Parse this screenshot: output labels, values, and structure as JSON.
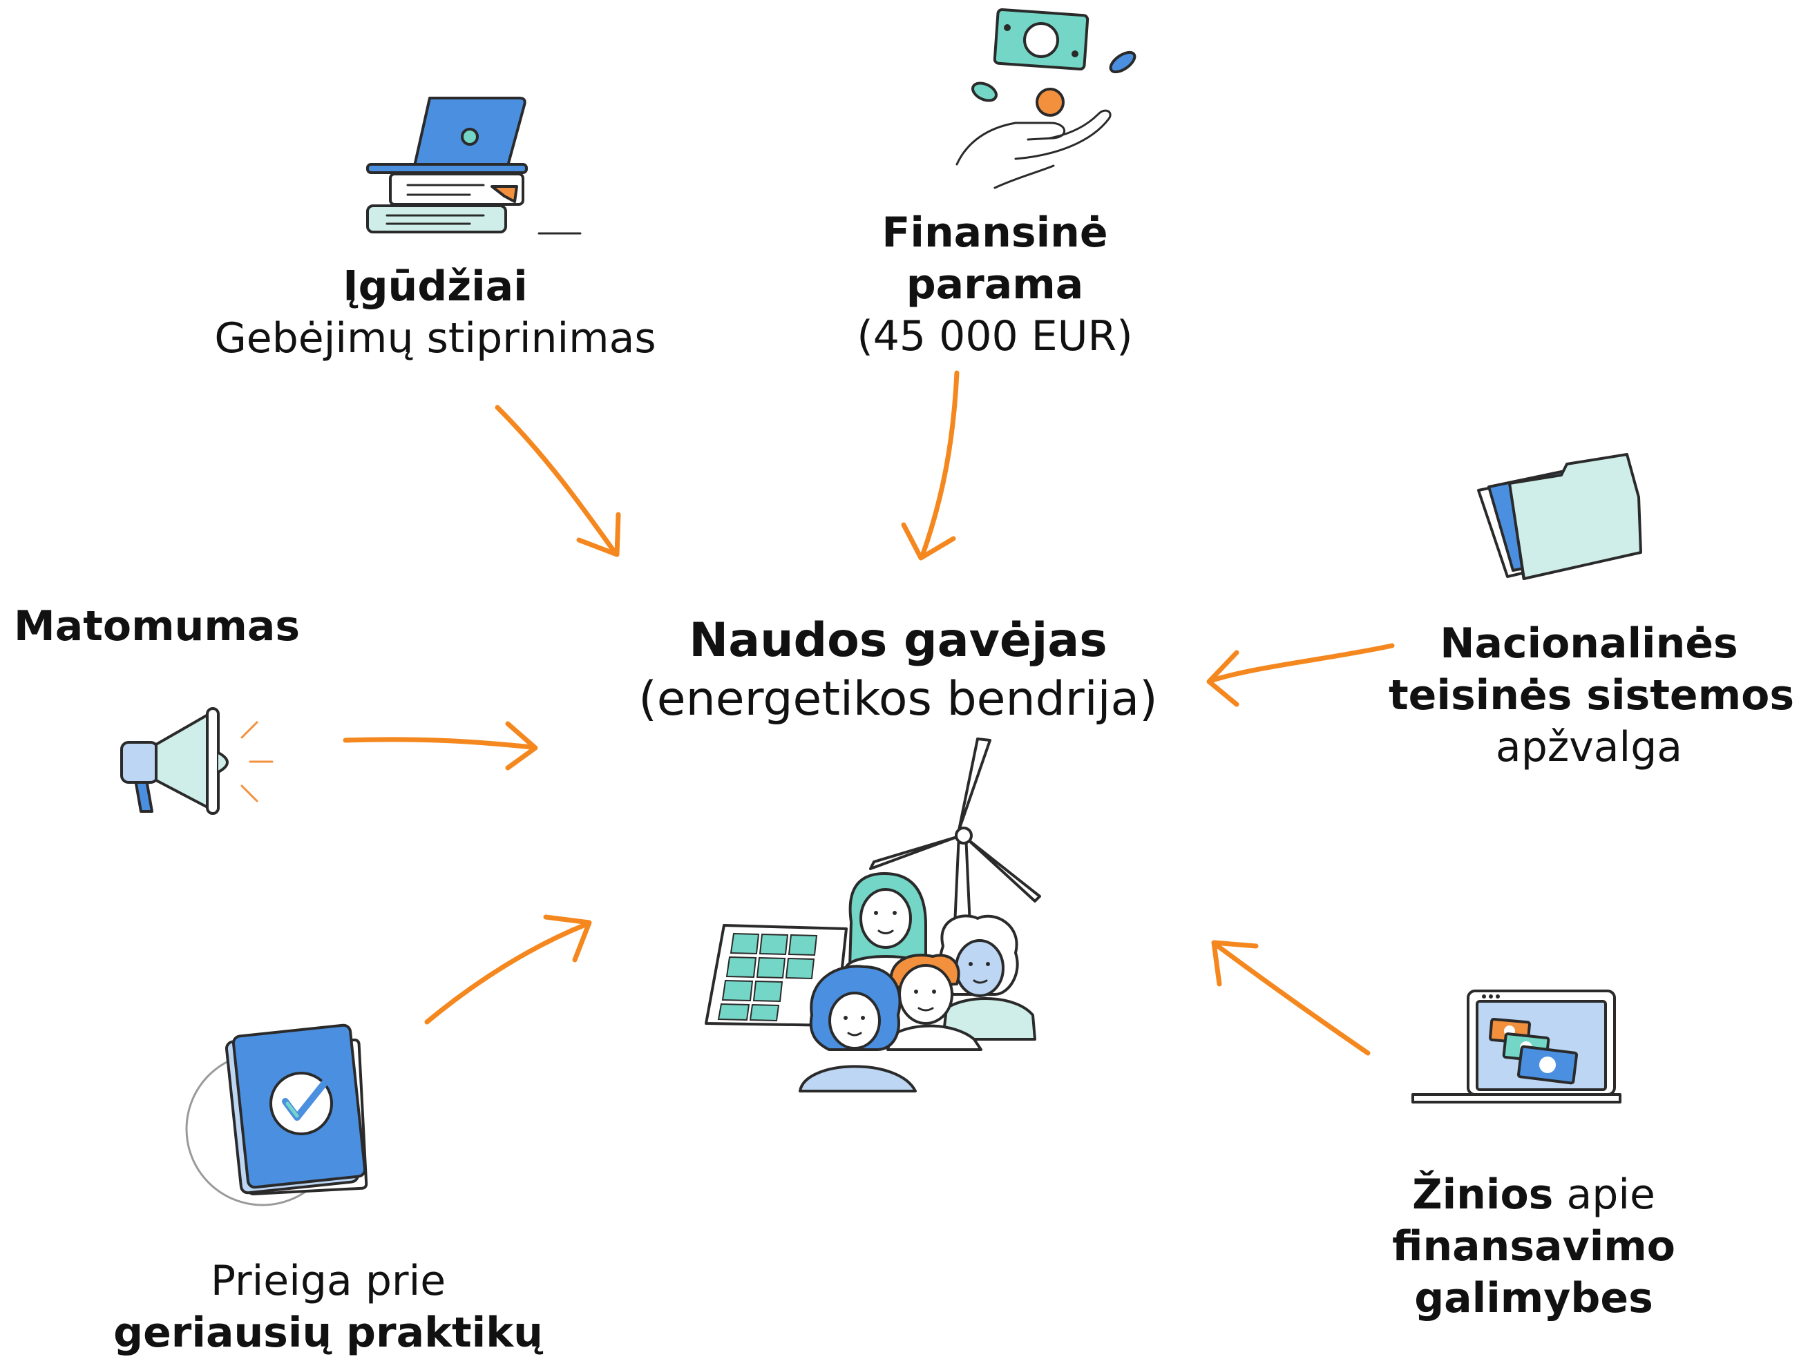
{
  "center": {
    "title": "Naudos gavėjas",
    "subtitle": "(energetikos bendrija)"
  },
  "skills": {
    "title": "Įgūdžiai",
    "subtitle": "Gebėjimų stiprinimas"
  },
  "finance": {
    "title_line1": "Finansinė",
    "title_line2": "parama",
    "amount": "(45 000 EUR)"
  },
  "visibility": {
    "title": "Matomumas"
  },
  "legal": {
    "line1": "Nacionalinės",
    "line2": "teisinės sistemos",
    "line3": "apžvalga"
  },
  "practices": {
    "line1": "Prieiga prie",
    "line2": "geriausių praktikų"
  },
  "funding": {
    "bold1": "Žinios",
    "normal1": " apie",
    "line2": "finansavimo",
    "line3": "galimybes"
  },
  "colors": {
    "arrow": "#f5871f",
    "teal": "#74d6c6",
    "blue": "#4b8fe0",
    "light_blue": "#bcd6f3",
    "pale_teal": "#cfeeea",
    "orange": "#f2903d",
    "outline": "#2a2a2a"
  }
}
